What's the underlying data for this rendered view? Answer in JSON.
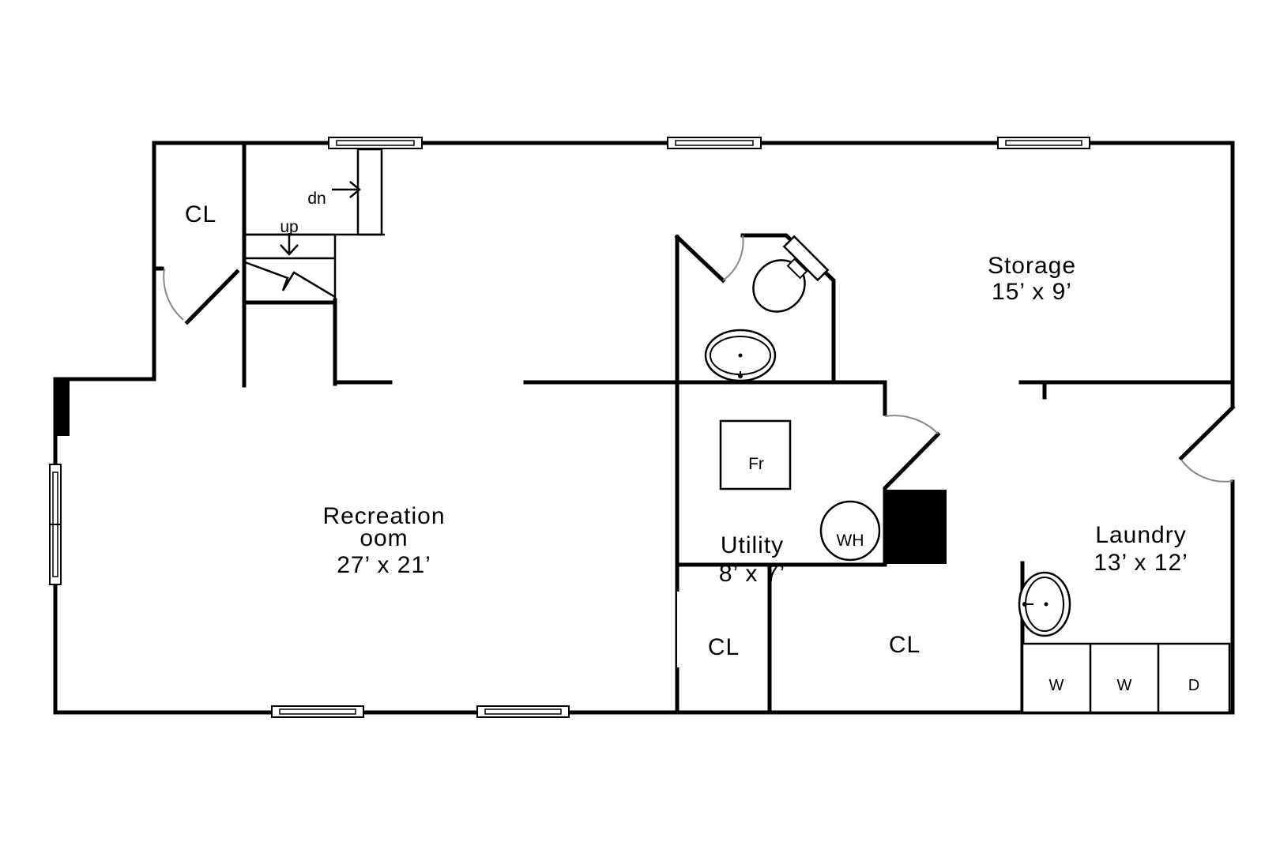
{
  "rooms": {
    "recreation": {
      "name_line1": "Recreation",
      "name_line2": "oom",
      "dimensions": "27’ x 21’"
    },
    "storage": {
      "name": "Storage",
      "dimensions": "15’ x 9’"
    },
    "utility": {
      "name": "Utility",
      "dimensions": "8’ x 7’"
    },
    "laundry": {
      "name": "Laundry",
      "dimensions": "13’ x 12’"
    }
  },
  "closets": {
    "top_left": "CL",
    "center_small": "CL",
    "center_large": "CL"
  },
  "stairs": {
    "down_label": "dn",
    "up_label": "up"
  },
  "fixtures": {
    "furnace": "Fr",
    "water_heater": "WH",
    "washer_1": "W",
    "washer_2": "W",
    "dryer": "D"
  },
  "colors": {
    "wall": "#000000",
    "background": "#ffffff",
    "door_swing": "#888888"
  }
}
